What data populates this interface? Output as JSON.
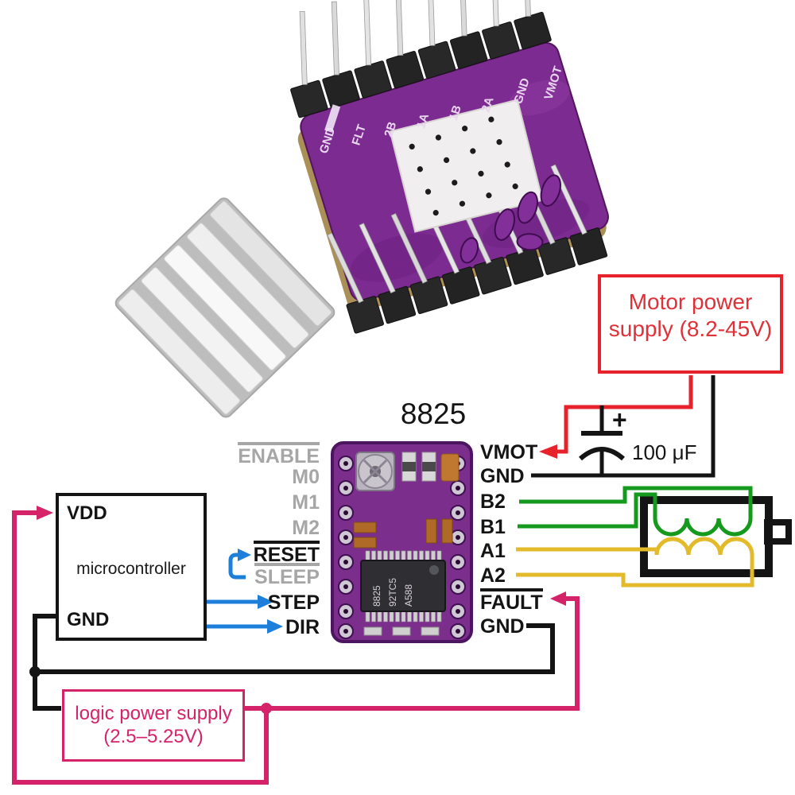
{
  "title": "8825",
  "colors": {
    "red": "#e8222a",
    "pink": "#d42369",
    "blue": "#1d7fd9",
    "green": "#169a1e",
    "yellow": "#e2ba2a",
    "black": "#141414",
    "muted_gray": "#a6a6a6",
    "board_purple": "#7c2b90"
  },
  "photo": {
    "silkscreen": [
      "GND",
      "FLT",
      "2B",
      "1A",
      "1B",
      "2A",
      "GND",
      "VMOT"
    ]
  },
  "driver": {
    "left_pins": [
      {
        "label": "ENABLE"
      },
      {
        "label": "M0"
      },
      {
        "label": "M1"
      },
      {
        "label": "M2"
      },
      {
        "label": "RESET"
      },
      {
        "label": "SLEEP"
      },
      {
        "label": "STEP"
      },
      {
        "label": "DIR"
      }
    ],
    "right_pins": [
      {
        "label": "VMOT"
      },
      {
        "label": "GND"
      },
      {
        "label": "B2"
      },
      {
        "label": "B1"
      },
      {
        "label": "A1"
      },
      {
        "label": "A2"
      },
      {
        "label": "FAULT"
      },
      {
        "label": "GND"
      }
    ],
    "ic_lines": [
      "8825",
      "92TC5",
      "A588"
    ]
  },
  "microcontroller": {
    "vdd": "VDD",
    "name": "microcontroller",
    "gnd": "GND"
  },
  "motor_power_supply": {
    "line1": "Motor power",
    "line2": "supply (8.2-45V)"
  },
  "logic_power_supply": {
    "line1": "logic power supply",
    "line2": "(2.5–5.25V)"
  },
  "capacitor": {
    "plus": "+",
    "value": "100 μF"
  }
}
